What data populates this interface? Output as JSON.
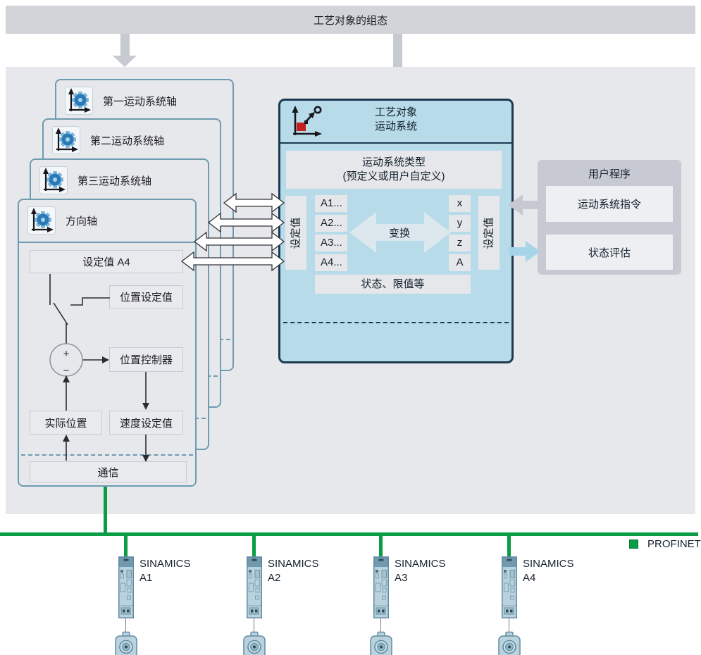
{
  "banner": {
    "title": "工艺对象的组态"
  },
  "stack": {
    "axes": [
      {
        "label": "第一运动系统轴"
      },
      {
        "label": "第二运动系统轴"
      },
      {
        "label": "第三运动系统轴"
      },
      {
        "label": "方向轴"
      }
    ]
  },
  "direction_axis": {
    "setpoint_a4": "设定值 A4",
    "position_setpoint": "位置设定值",
    "position_controller": "位置控制器",
    "actual_position": "实际位置",
    "velocity_setpoint": "速度设定值",
    "communication": "通信",
    "summing_plus": "+",
    "summing_minus": "−"
  },
  "kinematics": {
    "title_line1": "工艺对象",
    "title_line2": "运动系统",
    "type_line1": "运动系统类型",
    "type_line2": "(预定义或用户自定义)",
    "setpoint_left": "设定值",
    "setpoint_right": "设定值",
    "axis_values": [
      "A1...",
      "A2...",
      "A3...",
      "A4..."
    ],
    "transform_label": "变换",
    "cartesian_values": [
      "x",
      "y",
      "z",
      "A"
    ],
    "status_label": "状态、限值等"
  },
  "user_program": {
    "title": "用户程序",
    "motion_commands": "运动系统指令",
    "status_evaluation": "状态评估"
  },
  "network": {
    "legend_label": "PROFINET",
    "drives": [
      {
        "name": "SINAMICS",
        "axis": "A1"
      },
      {
        "name": "SINAMICS",
        "axis": "A2"
      },
      {
        "name": "SINAMICS",
        "axis": "A3"
      },
      {
        "name": "SINAMICS",
        "axis": "A4"
      }
    ]
  },
  "colors": {
    "profinet_green": "#0a9d44",
    "kinematics_fill": "#b7dbe9",
    "kinematics_border": "#1b3a52",
    "axis_box_border": "#6d9bb0",
    "panel_gray": "#c7cad3",
    "banner_gray": "#d2d4d9",
    "canvas_gray": "#e7e8ec"
  }
}
